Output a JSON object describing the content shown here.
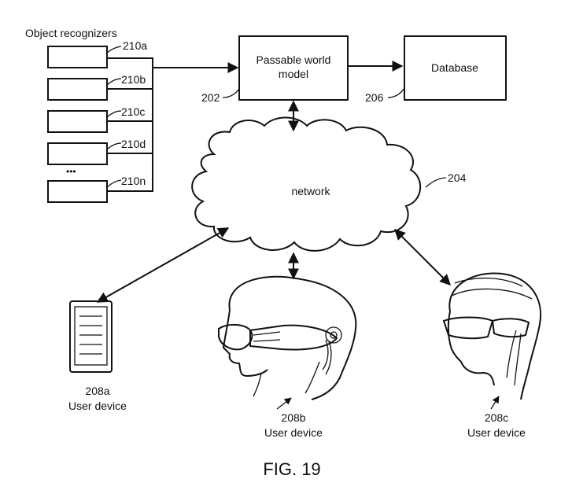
{
  "recognizers": {
    "title": "Object recognizers",
    "items": [
      {
        "ref": "210a"
      },
      {
        "ref": "210b"
      },
      {
        "ref": "210c"
      },
      {
        "ref": "210d"
      },
      {
        "ref": "210n"
      }
    ],
    "ellipsis": "•••"
  },
  "passable_world": {
    "line1": "Passable world",
    "line2": "model",
    "ref": "202"
  },
  "database": {
    "label": "Database",
    "ref": "206"
  },
  "network": {
    "label": "network",
    "ref": "204"
  },
  "devices": [
    {
      "ref": "208a",
      "label": "User device"
    },
    {
      "ref": "208b",
      "label": "User device"
    },
    {
      "ref": "208c",
      "label": "User device"
    }
  ],
  "figure": {
    "caption": "FIG. 19"
  }
}
